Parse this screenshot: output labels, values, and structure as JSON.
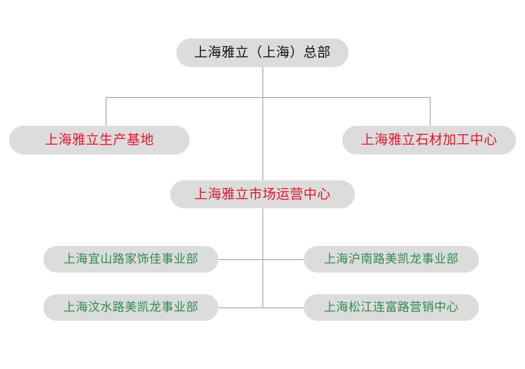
{
  "diagram": {
    "type": "organization-chart",
    "title_text": "上海雅立（上海）总部",
    "colors": {
      "node_fill": "#dcdcdc",
      "connector": "#9a9a9a",
      "root_text": "#111111",
      "red_text": "#e2172b",
      "green_text": "#2f8b52",
      "background": "#ffffff"
    },
    "nodes": {
      "root": {
        "label": "上海雅立（上海）总部",
        "level": 0,
        "color_role": "root"
      },
      "production_base": {
        "label": "上海雅立生产基地",
        "level": 1,
        "color_role": "red"
      },
      "stone_processing": {
        "label": "上海雅立石材加工中心",
        "level": 1,
        "color_role": "red"
      },
      "market_operations": {
        "label": "上海雅立市场运营中心",
        "level": 1,
        "color_role": "red"
      },
      "yishan_road": {
        "label": "上海宜山路家饰佳事业部",
        "level": 2,
        "color_role": "green"
      },
      "hunan_road": {
        "label": "上海沪南路美凯龙事业部",
        "level": 2,
        "color_role": "green"
      },
      "wenshui_road": {
        "label": "上海汶水路美凯龙事业部",
        "level": 2,
        "color_role": "green"
      },
      "songjiang_lianfu_road": {
        "label": "上海松江连富路营销中心",
        "level": 2,
        "color_role": "green"
      }
    }
  }
}
